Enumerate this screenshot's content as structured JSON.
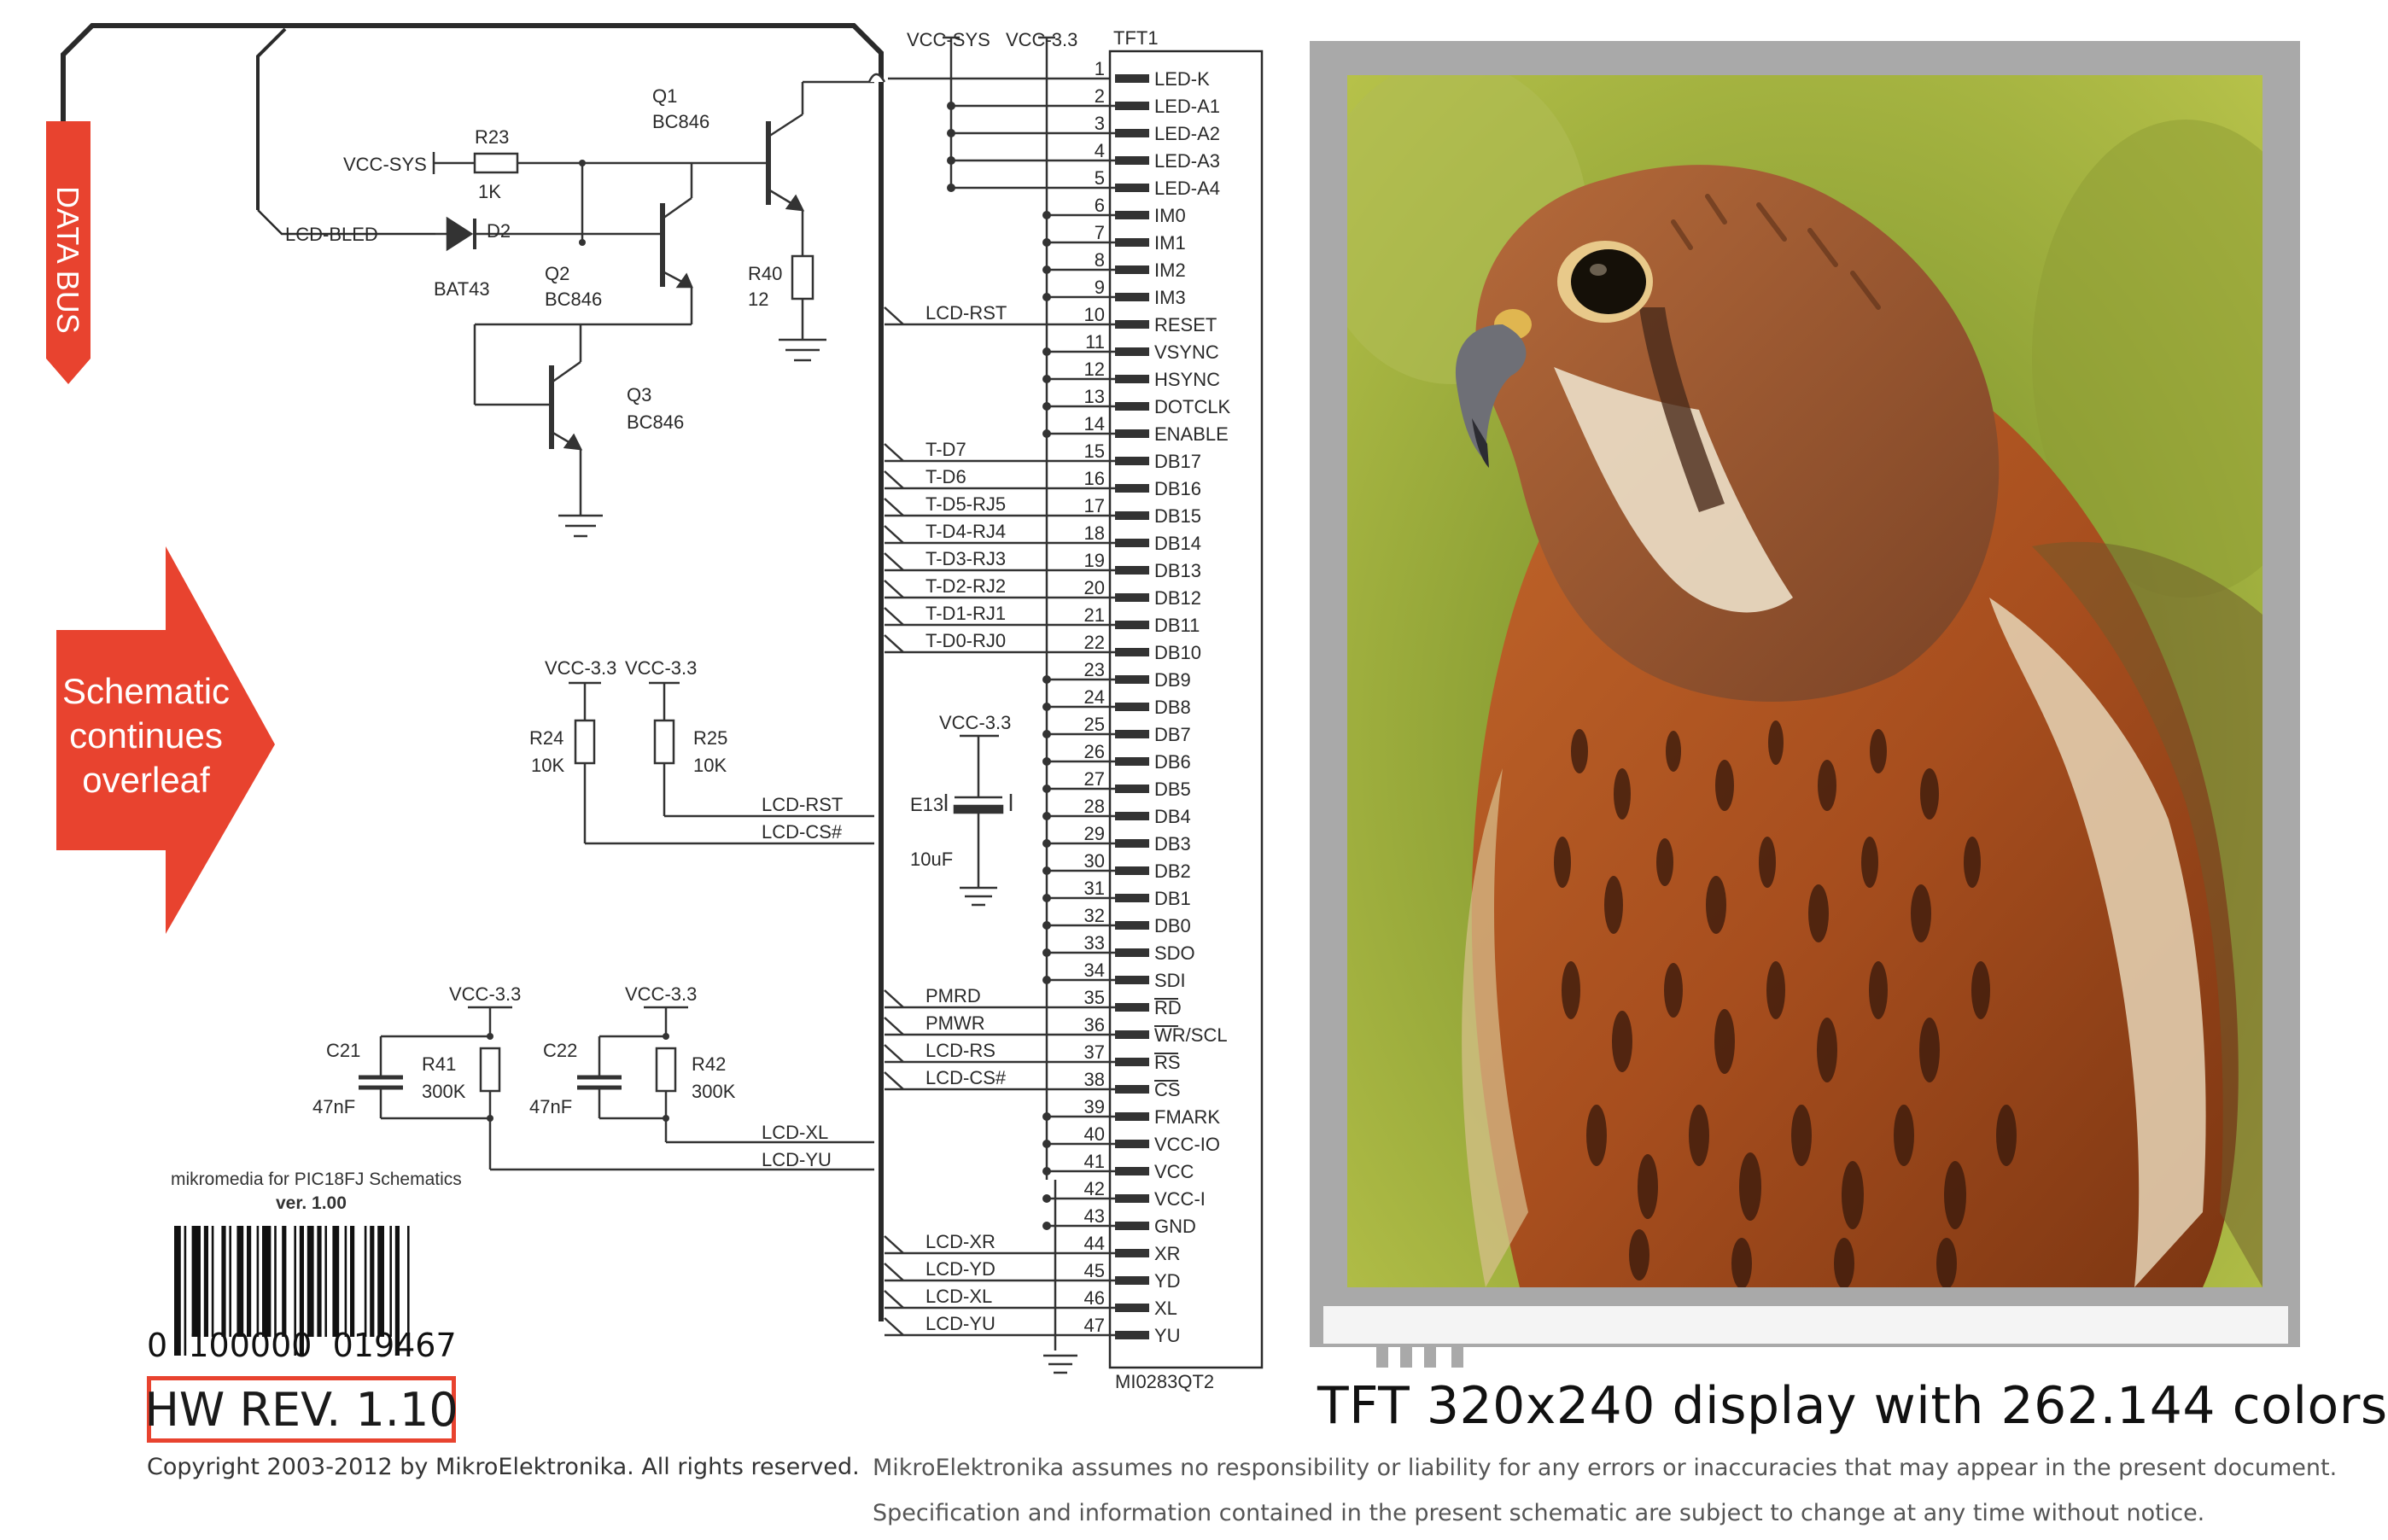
{
  "data_bus": {
    "label": "DATA BUS",
    "color": "#e8432f"
  },
  "arrow": {
    "lines": [
      "Schematic",
      "continues",
      "overleaf"
    ],
    "color": "#e8432f"
  },
  "backlight": {
    "vcc_sys": "VCC-SYS",
    "r23": {
      "ref": "R23",
      "value": "1K"
    },
    "lcd_bled": "LCD-BLED",
    "d2": {
      "ref": "D2",
      "part": "BAT43"
    },
    "q1": {
      "ref": "Q1",
      "part": "BC846"
    },
    "q2": {
      "ref": "Q2",
      "part": "BC846"
    },
    "q3": {
      "ref": "Q3",
      "part": "BC846"
    },
    "r40": {
      "ref": "R40",
      "value": "12"
    }
  },
  "pullups": {
    "vcc_a": "VCC-3.3",
    "vcc_b": "VCC-3.3",
    "r24": {
      "ref": "R24",
      "value": "10K"
    },
    "r25": {
      "ref": "R25",
      "value": "10K"
    },
    "net_rst": "LCD-RST",
    "net_cs": "LCD-CS#"
  },
  "touch": {
    "vcc_a": "VCC-3.3",
    "vcc_b": "VCC-3.3",
    "c21": {
      "ref": "C21",
      "value": "47nF"
    },
    "c22": {
      "ref": "C22",
      "value": "47nF"
    },
    "r41": {
      "ref": "R41",
      "value": "300K"
    },
    "r42": {
      "ref": "R42",
      "value": "300K"
    },
    "net_xl": "LCD-XL",
    "net_yu": "LCD-YU"
  },
  "capacitor": {
    "vcc": "VCC-3.3",
    "ref": "E13",
    "value": "10uF"
  },
  "connector": {
    "ref": "TFT1",
    "part": "MI0283QT2",
    "top_labels": [
      "VCC-SYS",
      "VCC-3.3"
    ],
    "pins": [
      {
        "num": "1",
        "name": "LED-K",
        "net": ""
      },
      {
        "num": "2",
        "name": "LED-A1",
        "net": ""
      },
      {
        "num": "3",
        "name": "LED-A2",
        "net": ""
      },
      {
        "num": "4",
        "name": "LED-A3",
        "net": ""
      },
      {
        "num": "5",
        "name": "LED-A4",
        "net": ""
      },
      {
        "num": "6",
        "name": "IM0",
        "net": ""
      },
      {
        "num": "7",
        "name": "IM1",
        "net": ""
      },
      {
        "num": "8",
        "name": "IM2",
        "net": ""
      },
      {
        "num": "9",
        "name": "IM3",
        "net": ""
      },
      {
        "num": "10",
        "name": "RESET",
        "net": "LCD-RST"
      },
      {
        "num": "11",
        "name": "VSYNC",
        "net": ""
      },
      {
        "num": "12",
        "name": "HSYNC",
        "net": ""
      },
      {
        "num": "13",
        "name": "DOTCLK",
        "net": ""
      },
      {
        "num": "14",
        "name": "ENABLE",
        "net": ""
      },
      {
        "num": "15",
        "name": "DB17",
        "net": "T-D7"
      },
      {
        "num": "16",
        "name": "DB16",
        "net": "T-D6"
      },
      {
        "num": "17",
        "name": "DB15",
        "net": "T-D5-RJ5"
      },
      {
        "num": "18",
        "name": "DB14",
        "net": "T-D4-RJ4"
      },
      {
        "num": "19",
        "name": "DB13",
        "net": "T-D3-RJ3"
      },
      {
        "num": "20",
        "name": "DB12",
        "net": "T-D2-RJ2"
      },
      {
        "num": "21",
        "name": "DB11",
        "net": "T-D1-RJ1"
      },
      {
        "num": "22",
        "name": "DB10",
        "net": "T-D0-RJ0"
      },
      {
        "num": "23",
        "name": "DB9",
        "net": ""
      },
      {
        "num": "24",
        "name": "DB8",
        "net": ""
      },
      {
        "num": "25",
        "name": "DB7",
        "net": ""
      },
      {
        "num": "26",
        "name": "DB6",
        "net": ""
      },
      {
        "num": "27",
        "name": "DB5",
        "net": ""
      },
      {
        "num": "28",
        "name": "DB4",
        "net": ""
      },
      {
        "num": "29",
        "name": "DB3",
        "net": ""
      },
      {
        "num": "30",
        "name": "DB2",
        "net": ""
      },
      {
        "num": "31",
        "name": "DB1",
        "net": ""
      },
      {
        "num": "32",
        "name": "DB0",
        "net": ""
      },
      {
        "num": "33",
        "name": "SDO",
        "net": ""
      },
      {
        "num": "34",
        "name": "SDI",
        "net": ""
      },
      {
        "num": "35",
        "name": "RD",
        "net": "PMRD"
      },
      {
        "num": "36",
        "name": "WR/SCL",
        "net": "PMWR"
      },
      {
        "num": "37",
        "name": "RS",
        "net": "LCD-RS"
      },
      {
        "num": "38",
        "name": "CS",
        "net": "LCD-CS#"
      },
      {
        "num": "39",
        "name": "FMARK",
        "net": ""
      },
      {
        "num": "40",
        "name": "VCC-IO",
        "net": ""
      },
      {
        "num": "41",
        "name": "VCC",
        "net": ""
      },
      {
        "num": "42",
        "name": "VCC-I",
        "net": ""
      },
      {
        "num": "43",
        "name": "GND",
        "net": ""
      },
      {
        "num": "44",
        "name": "XR",
        "net": "LCD-XR"
      },
      {
        "num": "45",
        "name": "YD",
        "net": "LCD-YD"
      },
      {
        "num": "46",
        "name": "XL",
        "net": "LCD-XL"
      },
      {
        "num": "47",
        "name": "YU",
        "net": "LCD-YU"
      }
    ]
  },
  "document": {
    "title": "mikromedia for PIC18FJ Schematics",
    "version": "ver. 1.00",
    "barcode": {
      "first": "0",
      "group1": "100000",
      "group2": "019467"
    },
    "hw_rev": "HW REV. 1.10",
    "copyright": "Copyright 2003-2012 by MikroElektronika. All rights reserved.",
    "display_caption": "TFT 320x240 display with 262.144 colors",
    "disclaimer_1": "MikroElektronika assumes no responsibility or liability for any errors or inaccuracies that may appear in the present document.",
    "disclaimer_2": "Specification and information contained in the present schematic are subject to change at any time without notice.",
    "accent": "#e8432f"
  },
  "display_photo": {
    "icon": "kestrel-photo",
    "frame_color": "#a9a9a9"
  }
}
